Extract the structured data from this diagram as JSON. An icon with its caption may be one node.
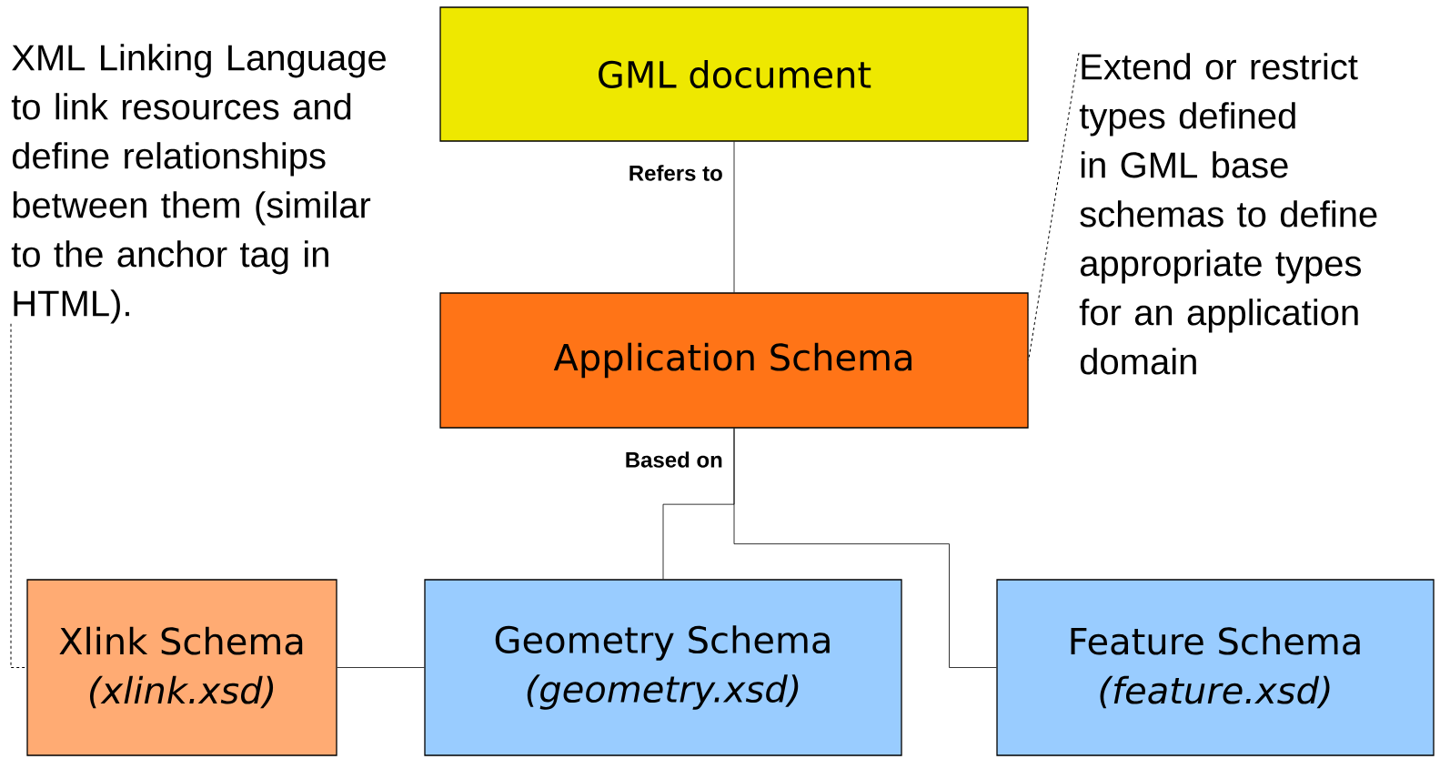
{
  "diagram": {
    "nodes": [
      {
        "text": [
          "GML document"
        ]
      },
      {
        "text": [
          "Application Schema"
        ]
      },
      {
        "text": [
          "Xlink Schema",
          "(xlink.xsd)"
        ]
      },
      {
        "text": [
          "Geometry Schema",
          "(geometry.xsd)"
        ]
      },
      {
        "text": [
          "Feature Schema",
          "(feature.xsd)"
        ]
      },
      {
        "text": [
          "XML Linking Language to link resources and define relationships between them (similar to the anchor tag in HTML)."
        ]
      },
      {
        "text": [
          "Extend or restrict types defined in GML base schemas to define appropriate types for an application domain"
        ]
      }
    ],
    "edges": [
      {
        "from": 0,
        "to": 1,
        "arrow": "none",
        "label": "Refers to"
      },
      {
        "from": 1,
        "to": 3,
        "arrow": "none",
        "label": "Based on"
      },
      {
        "from": 1,
        "to": 4,
        "arrow": "none"
      },
      {
        "from": 2,
        "to": 3,
        "arrow": "none"
      },
      {
        "from": 5,
        "to": 2,
        "arrow": "none",
        "style": "dashed"
      },
      {
        "from": 6,
        "to": 1,
        "arrow": "none",
        "style": "dashed"
      }
    ]
  }
}
